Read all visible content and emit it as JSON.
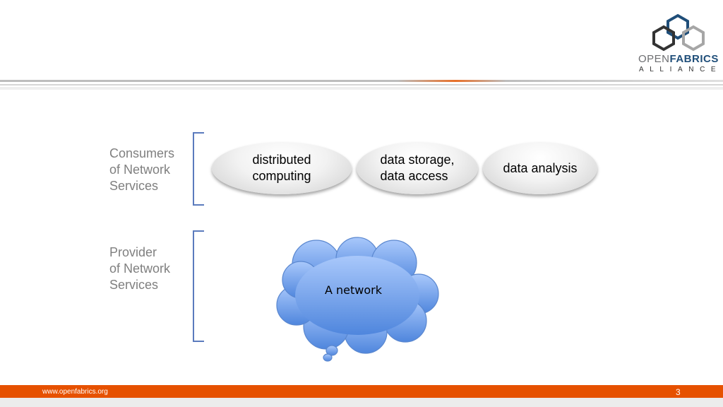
{
  "logo": {
    "name_part1": "OPEN",
    "name_part2": "FABRICS",
    "subtitle": "ALLIANCE"
  },
  "consumers": {
    "label": "Consumers\nof Network\nServices",
    "items": [
      {
        "label": "distributed\ncomputing"
      },
      {
        "label": "data storage,\ndata access"
      },
      {
        "label": "data analysis"
      }
    ]
  },
  "provider": {
    "label": "Provider\nof Network\nServices",
    "cloud_label": "A network"
  },
  "footer": {
    "url": "www.openfabrics.org",
    "page_number": "3"
  },
  "colors": {
    "accent_orange": "#e65100",
    "bracket_blue": "#5b7bbd",
    "cloud_blue": "#6f9ee8",
    "label_gray": "#7f7f7f"
  }
}
